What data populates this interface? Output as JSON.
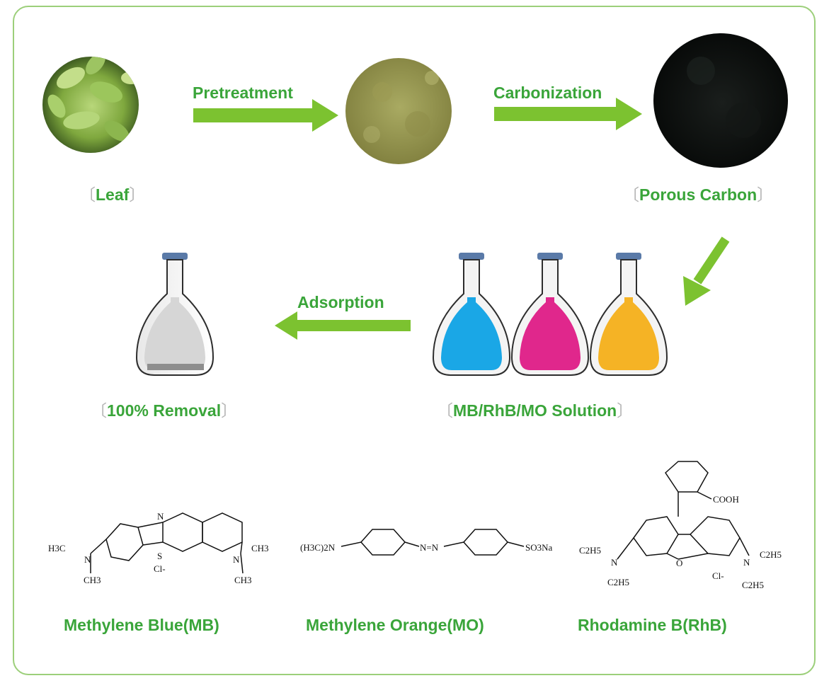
{
  "stages": {
    "leaf": "Leaf",
    "porous_carbon": "Porous Carbon",
    "solution": "MB/RhB/MO Solution",
    "removal": "100% Removal"
  },
  "steps": {
    "pretreatment": "Pretreatment",
    "carbonization": "Carbonization",
    "adsorption": "Adsorption"
  },
  "molecules": {
    "mb": "Methylene Blue(MB)",
    "mo": "Methylene Orange(MO)",
    "rhb": "Rhodamine B(RhB)"
  },
  "structure_text": {
    "mb_left": "H3C",
    "mb_n": "N",
    "mb_ch3": "CH3",
    "mb_s": "S",
    "mb_cl": "Cl-",
    "mb_n_ring": "N",
    "mo_left": "(H3C)2N",
    "mo_azo": "N=N",
    "mo_right": "SO3Na",
    "rhb_cooh": "COOH",
    "rhb_et": "C2H5",
    "rhb_o": "O",
    "rhb_cl": "Cl-",
    "rhb_n": "N"
  },
  "colors": {
    "accent_green": "#3aa53a",
    "arrow_green": "#7cc230",
    "frame": "#9ccf7a",
    "mb_blue": "#1aa7e6",
    "rhb_magenta": "#e0278c",
    "mo_orange": "#f5b325"
  }
}
